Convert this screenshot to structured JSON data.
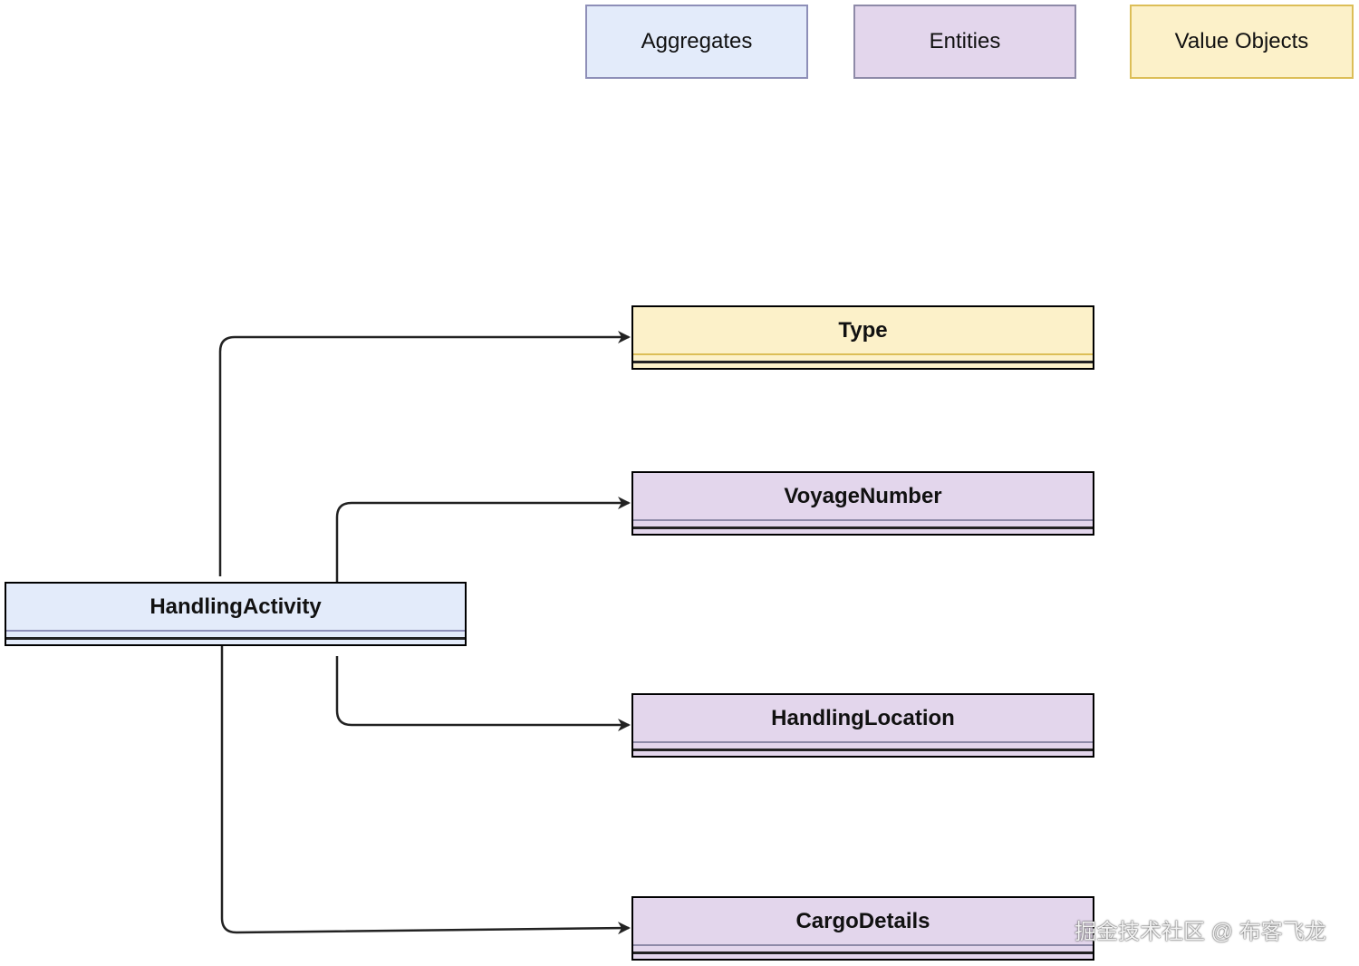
{
  "legend": {
    "aggregates": "Aggregates",
    "entities": "Entities",
    "value_objects": "Value Objects"
  },
  "classes": {
    "handling_activity": "HandlingActivity",
    "type": "Type",
    "voyage_number": "VoyageNumber",
    "handling_location": "HandlingLocation",
    "cargo_details": "CargoDetails"
  },
  "watermark": "掘金技术社区 @ 布客飞龙",
  "colors": {
    "aggregate_fill": "#e3ebfa",
    "entity_fill": "#e3d6ec",
    "value_object_fill": "#fcf1c9",
    "connector": "#222222"
  }
}
